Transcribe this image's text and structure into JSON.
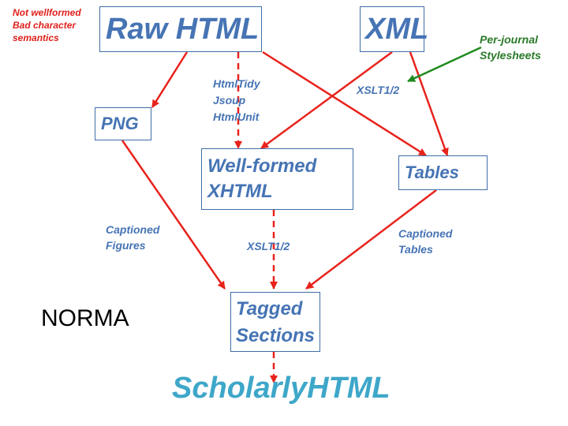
{
  "title_note": {
    "lines": [
      "Not wellformed",
      "Bad character",
      "semantics"
    ],
    "color": "#e0201b"
  },
  "nodes": {
    "raw_html": "Raw HTML",
    "xml": "XML",
    "png": "PNG",
    "wellformed": [
      "Well-formed",
      "XHTML"
    ],
    "tables": "Tables",
    "tagged": [
      "Tagged",
      "Sections"
    ]
  },
  "labels": {
    "tools": [
      "HtmlTidy",
      "Jsoup",
      "HtmlUnit"
    ],
    "xslt_top": "XSLT1/2",
    "xslt_mid": "XSLT1/2",
    "captioned_figures": [
      "Captioned",
      "Figures"
    ],
    "captioned_tables": [
      "Captioned",
      "Tables"
    ],
    "per_journal": [
      "Per-journal",
      "Stylesheets"
    ]
  },
  "norma": "NORMA",
  "scholarly": "ScholarlyHTML",
  "colors": {
    "box_border": "#3f6ea6",
    "box_text": "#4674b4",
    "arrow_red": "#e8231c",
    "arrow_green": "#1f8a1f",
    "per_journal_text": "#2a7a2a",
    "scholarly": "#3ea7c9"
  }
}
